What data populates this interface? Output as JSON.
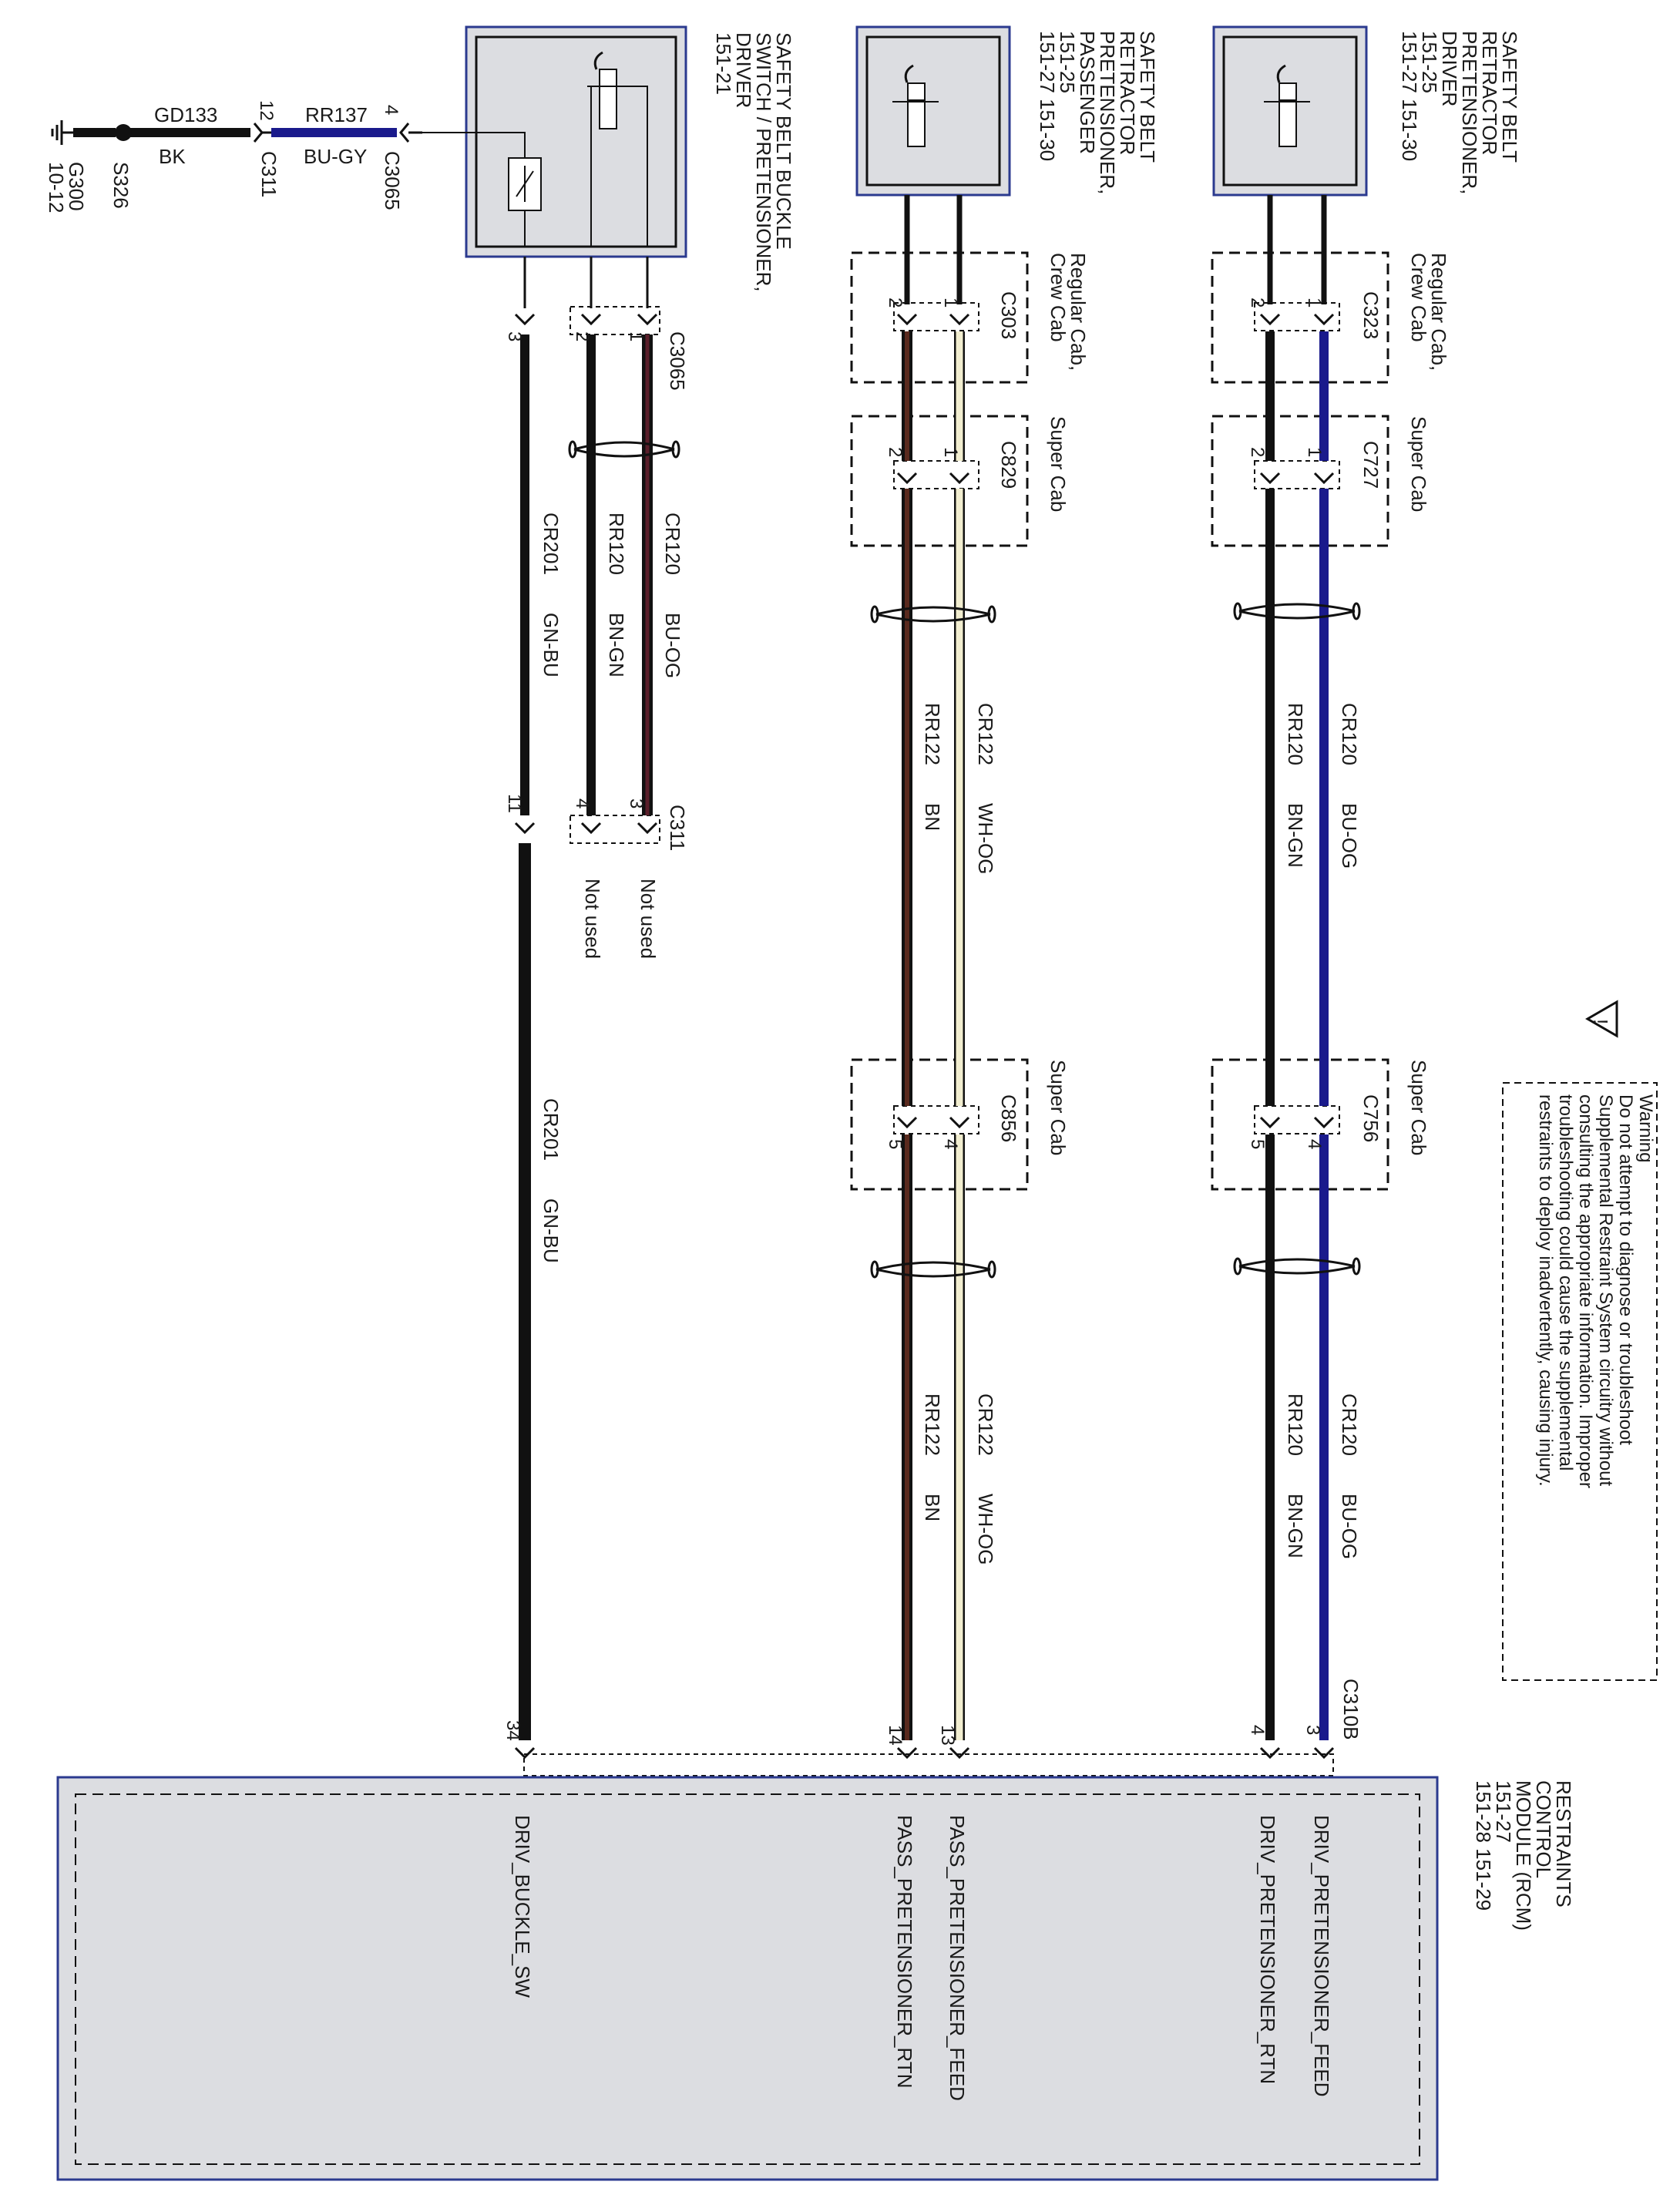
{
  "components": {
    "driver_retractor": {
      "lines": [
        "SAFETY BELT",
        "RETRACTOR",
        "PRETENSIONER,",
        "DRIVER",
        "151-25",
        "151-27    151-30"
      ]
    },
    "passenger_retractor": {
      "lines": [
        "SAFETY BELT",
        "RETRACTOR",
        "PRETENSIONER,",
        "PASSENGER",
        "151-25",
        "151-27    151-30"
      ]
    },
    "buckle_switch": {
      "lines": [
        "SAFETY BELT BUCKLE",
        "SWITCH / PRETENSIONER,",
        "DRIVER",
        "151-21"
      ]
    },
    "rcm": {
      "lines": [
        "RESTRAINTS",
        "CONTROL",
        "MODULE (RCM)",
        "151-27",
        "151-28    151-29"
      ],
      "pins": [
        "DRIV_PRETENSIONER_FEED",
        "DRIV_PRETENSIONER_RTN",
        "PASS_PRETENSIONER_FEED",
        "PASS_PRETENSIONER_RTN",
        "DRIV_BUCKLE_SW"
      ]
    }
  },
  "warning": {
    "lines": [
      "Warning",
      "Do not attempt to diagnose or troubleshoot",
      "Supplemental Restraint System circuitry without",
      "consulting the appropriate information. Improper",
      "troubleshooting could cause the supplemental",
      "restraints to deploy inadvertently, causing injury."
    ]
  },
  "connectors": {
    "c323": {
      "name": "C323",
      "note": [
        "Regular Cab,",
        "Crew Cab"
      ],
      "pins": [
        "1",
        "2"
      ]
    },
    "c727": {
      "name": "C727",
      "note": [
        "Super Cab"
      ],
      "pins": [
        "1",
        "2"
      ]
    },
    "c756": {
      "name": "C756",
      "note": [
        "Super Cab"
      ],
      "pins": [
        "4",
        "5"
      ]
    },
    "c303": {
      "name": "C303",
      "note": [
        "Regular Cab,",
        "Crew Cab"
      ],
      "pins": [
        "1",
        "2"
      ]
    },
    "c829": {
      "name": "C829",
      "note": [
        "Super Cab"
      ],
      "pins": [
        "1",
        "2"
      ]
    },
    "c856": {
      "name": "C856",
      "note": [
        "Super Cab"
      ],
      "pins": [
        "4",
        "5"
      ]
    },
    "c3065": {
      "name": "C3065",
      "pins": [
        "1",
        "2",
        "3"
      ]
    },
    "c311": {
      "name": "C311",
      "pins": [
        "3",
        "4",
        "11"
      ],
      "not_used": [
        "Not used",
        "Not used"
      ]
    },
    "c310b": {
      "name": "C310B",
      "pins": [
        "3",
        "4",
        "13",
        "14",
        "34"
      ]
    }
  },
  "circuits": {
    "driver_feed": {
      "circuit": "CR120",
      "color": "BU-OG"
    },
    "driver_rtn": {
      "circuit": "RR120",
      "color": "BN-GN"
    },
    "pass_feed": {
      "circuit": "CR122",
      "color": "WH-OG"
    },
    "pass_rtn": {
      "circuit": "RR122",
      "color": "BN"
    },
    "buckle_a": {
      "circuit": "CR120",
      "color": "BU-OG"
    },
    "buckle_b": {
      "circuit": "RR120",
      "color": "BN-GN"
    },
    "buckle_sw": {
      "circuit": "CR201",
      "color": "GN-BU"
    }
  },
  "ground_branch": {
    "ground": {
      "name": "G300",
      "ref": "10-12"
    },
    "splice": "S326",
    "gd133": {
      "circuit": "GD133",
      "color": "BK"
    },
    "rr137": {
      "circuit": "RR137",
      "color": "BU-GY"
    },
    "c311_label": "C311",
    "c311_pin": "12",
    "c3065_label": "C3065",
    "c3065_pin": "4"
  },
  "wire_colors": {
    "black": "#111111",
    "blue": "#1a1a8c",
    "brown": "#5a2a1e",
    "white_orange": "#f2eed0",
    "module_fill": "#dcdde1",
    "module_border": "#2b3a8f"
  }
}
